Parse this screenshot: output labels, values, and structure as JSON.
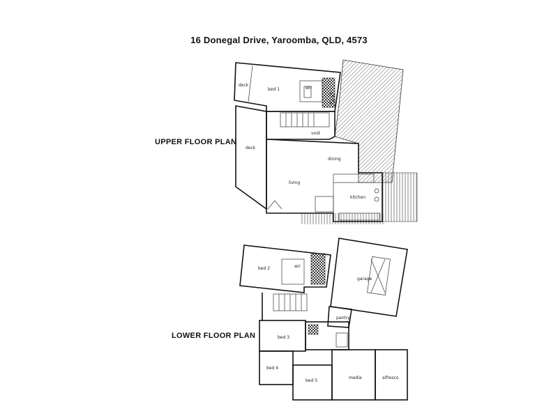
{
  "header": {
    "address": "16 Donegal Drive, Yaroomba, QLD, 4573"
  },
  "sections": {
    "upper": "UPPER FLOOR PLAN",
    "lower": "LOWER FLOOR PLAN"
  },
  "rooms": {
    "upper": {
      "deck_top": "deck",
      "bed1": "bed 1",
      "wir": "wir",
      "void": "void",
      "deck_side": "deck",
      "dining": "dining",
      "living": "living",
      "kitchen": "kitchen"
    },
    "lower": {
      "bed2": "bed 2",
      "wir": "wir",
      "garage": "garage",
      "pantry": "pantry",
      "bed3": "bed 3",
      "bed4": "bed 4",
      "bed5": "bed 5",
      "media": "media",
      "alfresco": "alfresco"
    }
  }
}
